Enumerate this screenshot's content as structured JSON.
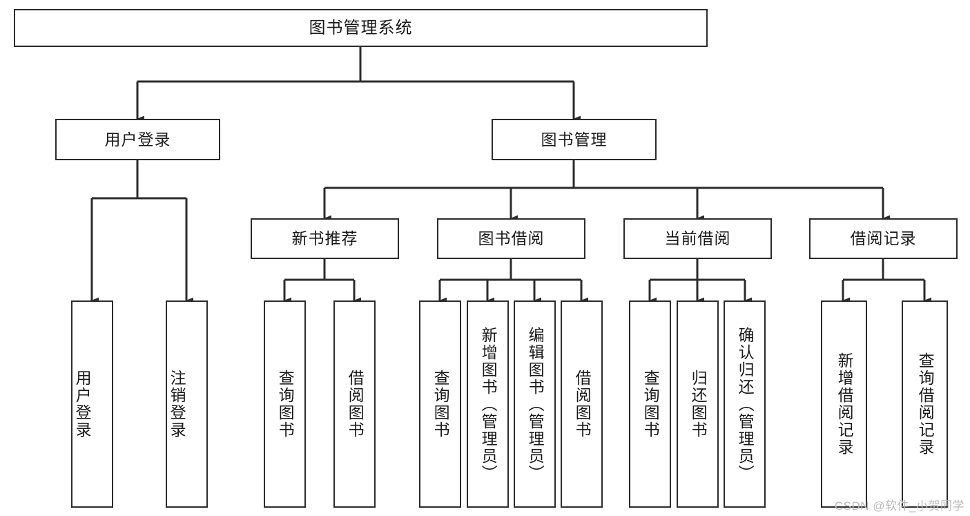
{
  "diagram": {
    "type": "tree",
    "title": "图书管理系统",
    "root": {
      "label": "图书管理系统"
    },
    "level2": [
      {
        "label": "用户登录"
      },
      {
        "label": "图书管理"
      }
    ],
    "level3": [
      {
        "label": "新书推荐"
      },
      {
        "label": "图书借阅"
      },
      {
        "label": "当前借阅"
      },
      {
        "label": "借阅记录"
      }
    ],
    "leaves": {
      "user_login": [
        {
          "label": "用户登录"
        },
        {
          "label": "注销登录"
        }
      ],
      "new_book": [
        {
          "label": "查询图书"
        },
        {
          "label": "借阅图书"
        }
      ],
      "book_borrow": [
        {
          "label": "查询图书"
        },
        {
          "label": "新增图书（管理员）"
        },
        {
          "label": "编辑图书（管理员）"
        },
        {
          "label": "借阅图书"
        }
      ],
      "current_borrow": [
        {
          "label": "查询图书"
        },
        {
          "label": "归还图书"
        },
        {
          "label": "确认归还（管理员）"
        }
      ],
      "borrow_record": [
        {
          "label": "新增借阅记录"
        },
        {
          "label": "查询借阅记录"
        }
      ]
    }
  },
  "watermark": {
    "text": "CSDN @软件_小贺同学"
  },
  "colors": {
    "box_border": "#2b2b2b",
    "box_fill": "#ffffff",
    "connector": "#2b2b2b",
    "text": "#1a1a1a",
    "watermark": "#b9b9b9",
    "background": "#ffffff"
  }
}
